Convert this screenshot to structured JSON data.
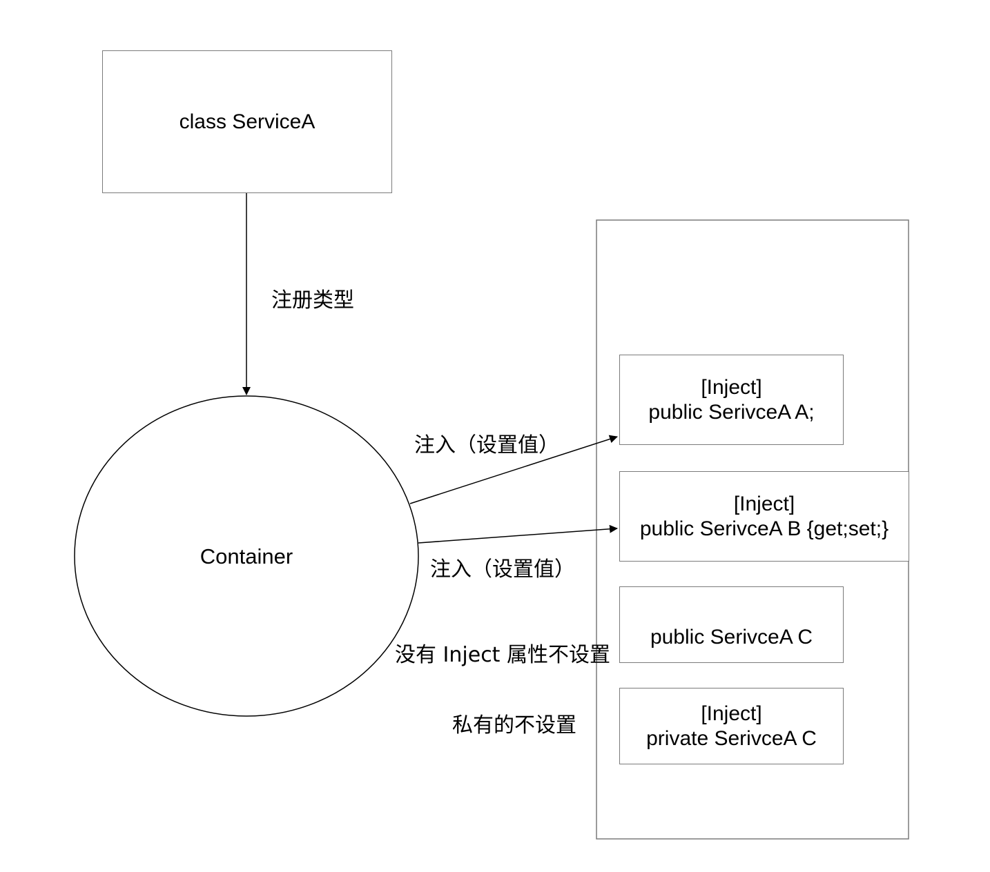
{
  "service_class": {
    "label": "class ServiceA"
  },
  "container": {
    "label": "Container"
  },
  "edges": {
    "register_label": "注册类型",
    "inject_label_1": "注入（设置值）",
    "inject_label_2": "注入（设置值）",
    "no_inject_label": "没有 Inject 属性不设置",
    "private_label": "私有的不设置"
  },
  "target_class": {
    "members": [
      {
        "attribute": "[Inject]",
        "declaration": "public SerivceA A;"
      },
      {
        "attribute": "[Inject]",
        "declaration": "public SerivceA B {get;set;}"
      },
      {
        "attribute": "",
        "declaration": "public SerivceA C"
      },
      {
        "attribute": "[Inject]",
        "declaration": "private SerivceA C"
      }
    ]
  }
}
